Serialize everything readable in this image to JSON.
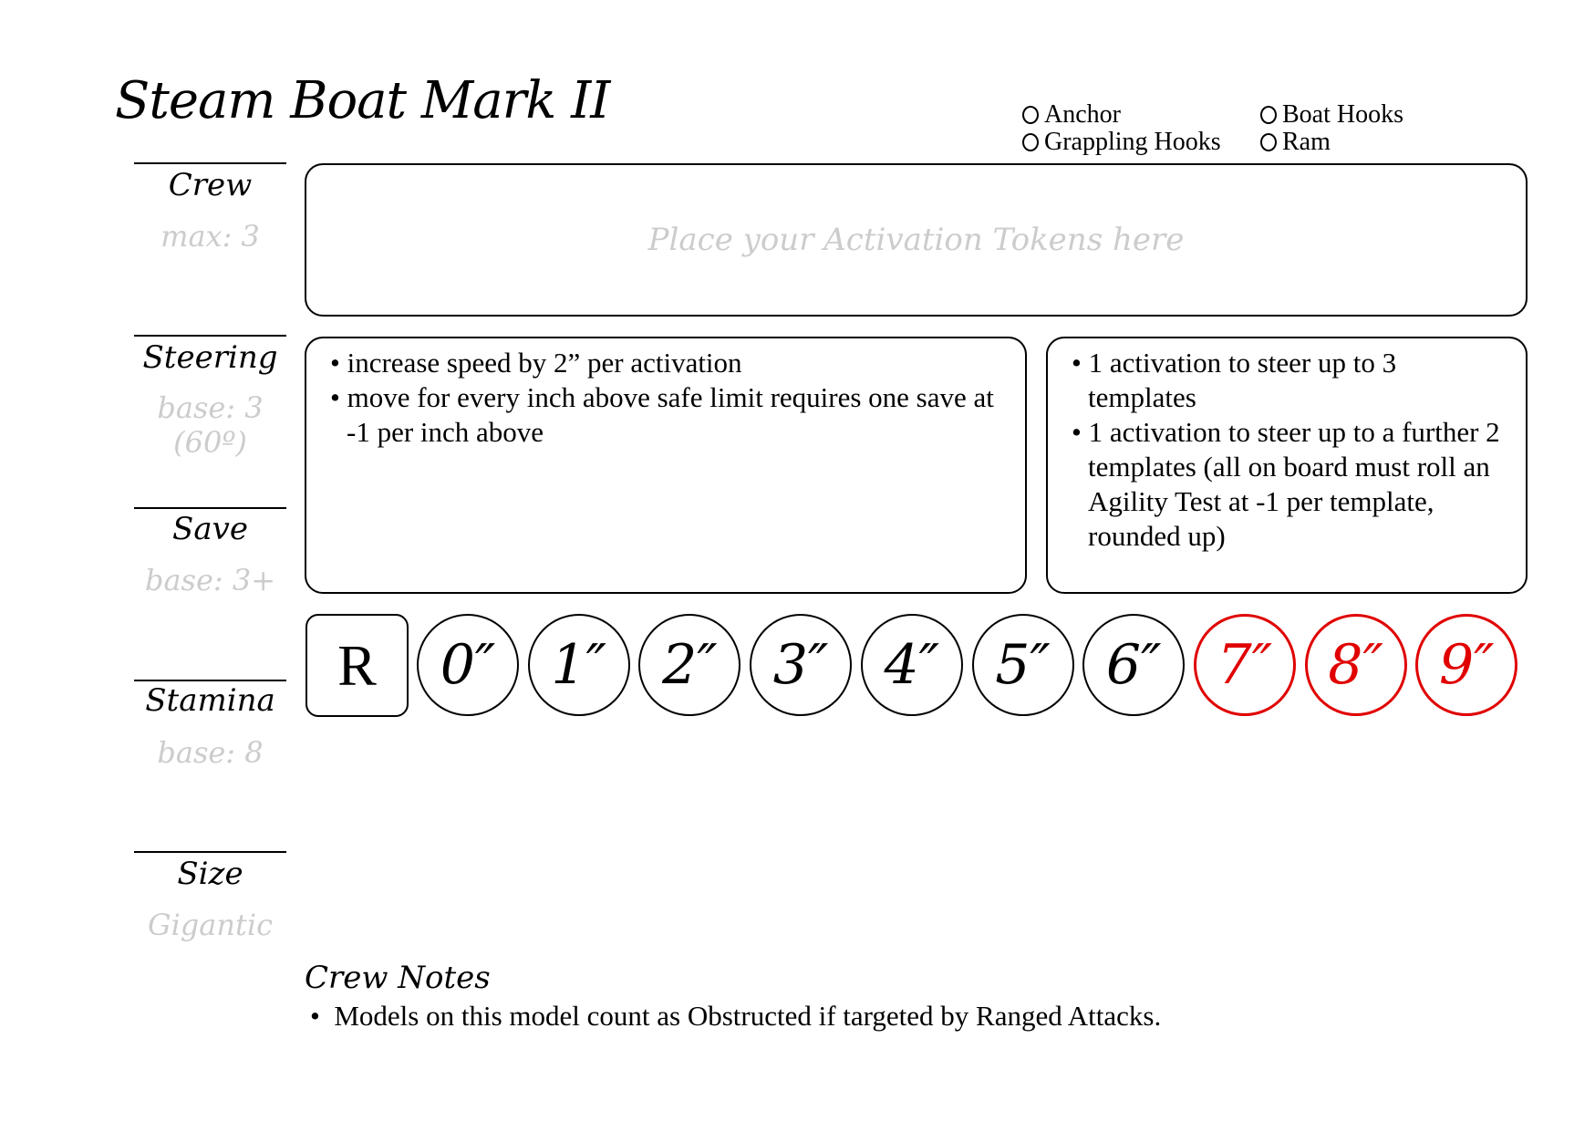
{
  "title": "Steam Boat Mark II",
  "options": [
    {
      "label": "Anchor"
    },
    {
      "label": "Boat Hooks"
    },
    {
      "label": "Grappling Hooks"
    },
    {
      "label": "Ram"
    }
  ],
  "stats": [
    {
      "label": "Crew",
      "value": "max: 3"
    },
    {
      "label": "Steering",
      "value": "base: 3 (60º)"
    },
    {
      "label": "Save",
      "value": "base: 3+"
    },
    {
      "label": "Stamina",
      "value": "base: 8"
    },
    {
      "label": "Size",
      "value": "Gigantic"
    }
  ],
  "activation_placeholder": "Place your Activation Tokens here",
  "speed_rules": [
    "increase speed by 2” per activation",
    "move for every inch above safe limit requires one save at -1 per inch above"
  ],
  "steering_rules": [
    "1 activation to steer up to 3 templates",
    "1 activation to steer up to a further 2 templates (all on board must roll an Agility Test at -1 per template, rounded up)"
  ],
  "speed_track": {
    "reverse_label": "R",
    "speeds": [
      "0″",
      "1″",
      "2″",
      "3″",
      "4″",
      "5″",
      "6″",
      "7″",
      "8″",
      "9″"
    ],
    "safe_limit_index": 6,
    "danger_color": "#e00000"
  },
  "crew_notes": {
    "title": "Crew Notes",
    "items": [
      "Models on this model count as Obstructed if targeted by Ranged Attacks."
    ]
  }
}
